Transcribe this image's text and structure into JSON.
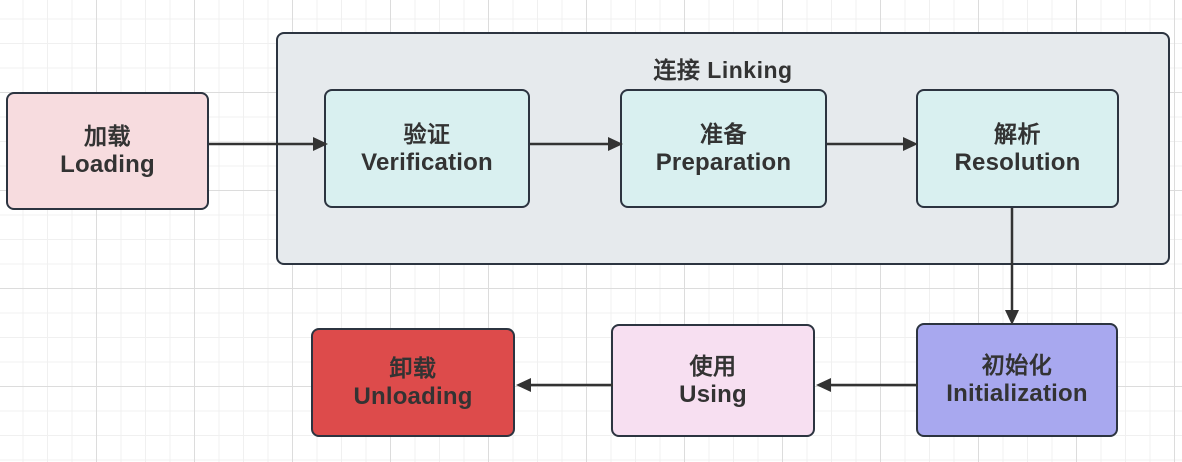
{
  "diagram": {
    "title_cn": "连接",
    "title_en": "Linking",
    "group": {
      "label_cn": "连接",
      "label_en": "Linking",
      "label_full": "连接  Linking",
      "fill": "#e6eaed",
      "stroke": "#2c3440"
    },
    "nodes": [
      {
        "id": "loading",
        "cn": "加载",
        "en": "Loading",
        "fill": "#f7dcdf"
      },
      {
        "id": "verification",
        "cn": "验证",
        "en": "Verification",
        "fill": "#d9f0f0"
      },
      {
        "id": "preparation",
        "cn": "准备",
        "en": "Preparation",
        "fill": "#d9f0f0"
      },
      {
        "id": "resolution",
        "cn": "解析",
        "en": "Resolution",
        "fill": "#d9f0f0"
      },
      {
        "id": "initialization",
        "cn": "初始化",
        "en": "Initialization",
        "fill": "#a8a8ef"
      },
      {
        "id": "using",
        "cn": "使用",
        "en": "Using",
        "fill": "#f7dff1"
      },
      {
        "id": "unloading",
        "cn": "卸载",
        "en": "Unloading",
        "fill": "#dd4b4b"
      }
    ],
    "connections": [
      {
        "from": "loading",
        "to": "verification",
        "direction": "right"
      },
      {
        "from": "verification",
        "to": "preparation",
        "direction": "right"
      },
      {
        "from": "preparation",
        "to": "resolution",
        "direction": "right"
      },
      {
        "from": "resolution",
        "to": "initialization",
        "direction": "down"
      },
      {
        "from": "initialization",
        "to": "using",
        "direction": "left"
      },
      {
        "from": "using",
        "to": "unloading",
        "direction": "left"
      }
    ],
    "arrow_color": "#333333",
    "grid_color": "#dcdcdc"
  }
}
